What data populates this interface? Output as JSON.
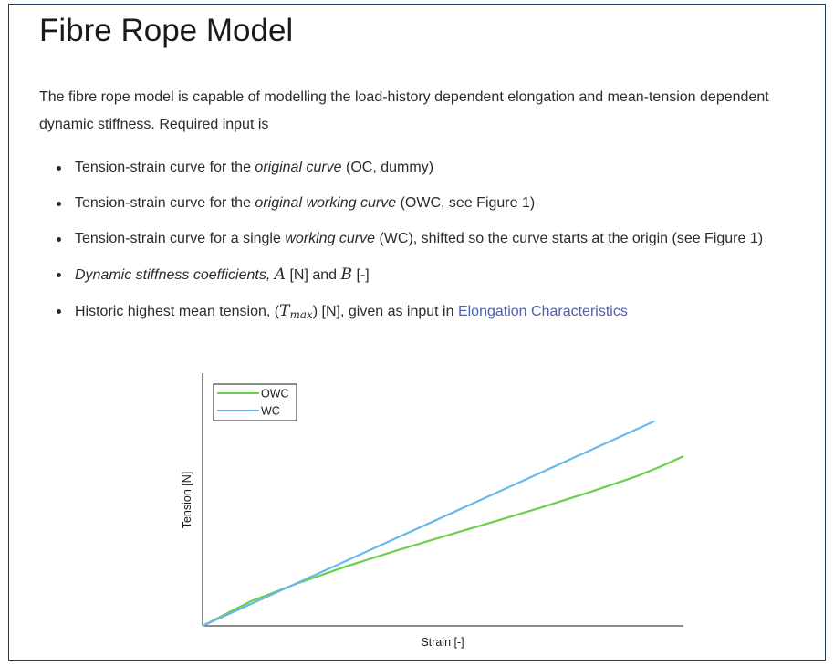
{
  "page": {
    "title": "Fibre Rope Model",
    "intro": "The fibre rope model is capable of modelling the load-history dependent elongation and mean-tension dependent dynamic stiffness. Required input is"
  },
  "bullets": [
    {
      "pre": "Tension-strain curve for the ",
      "em": "original curve",
      "post": " (OC, dummy)"
    },
    {
      "pre": "Tension-strain curve for the ",
      "em": "original working curve",
      "post": " (OWC, see Figure 1)"
    },
    {
      "pre": "Tension-strain curve for a single ",
      "em": "working curve",
      "post": " (WC), shifted so the curve starts at the origin (see Figure 1)"
    },
    {
      "em": "Dynamic stiffness coefficients,",
      "mathA": "A",
      "mid": " [N] and ",
      "mathB": "B",
      "post": " [-]"
    },
    {
      "pre": "Historic highest mean tension, (",
      "math": "T",
      "sub": "max",
      "mid": ") [N], given as input in ",
      "link": "Elongation Characteristics"
    }
  ],
  "chart_data": {
    "type": "line",
    "xlabel": "Strain [-]",
    "ylabel": "Tension [N]",
    "xlim": [
      0,
      1
    ],
    "ylim": [
      0,
      1
    ],
    "grid": false,
    "legend_position": "top-left",
    "series": [
      {
        "name": "OWC",
        "color": "#6ccf4a",
        "x": [
          0,
          0.1,
          0.2,
          0.3,
          0.4,
          0.5,
          0.6,
          0.7,
          0.8,
          0.9,
          0.95,
          1.0
        ],
        "y": [
          0,
          0.097,
          0.17,
          0.236,
          0.296,
          0.353,
          0.409,
          0.466,
          0.526,
          0.59,
          0.628,
          0.671
        ]
      },
      {
        "name": "WC",
        "color": "#6ab7ec",
        "x": [
          0,
          0.94
        ],
        "y": [
          0,
          0.81
        ]
      }
    ]
  }
}
